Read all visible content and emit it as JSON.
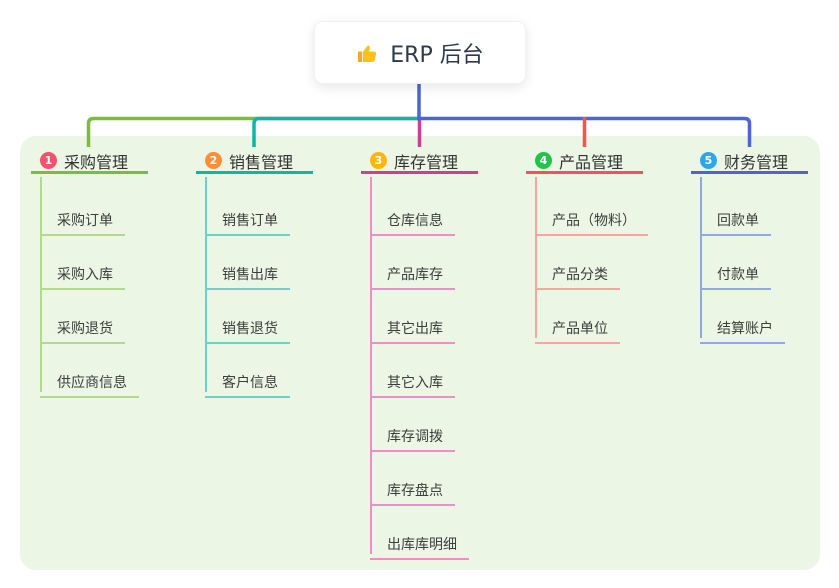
{
  "root": {
    "label": "ERP 后台",
    "icon": "thumbs-up-icon"
  },
  "canvas": {
    "background": "#ffffff",
    "panel_color": "#ebf6e5"
  },
  "branches": [
    {
      "index": "1",
      "label": "采购管理",
      "badge_color": "#f4516c",
      "line_color": "#7cbb3f",
      "light_line_color": "#b3d98c",
      "children": [
        "采购订单",
        "采购入库",
        "采购退货",
        "供应商信息"
      ]
    },
    {
      "index": "2",
      "label": "销售管理",
      "badge_color": "#fb8e38",
      "line_color": "#12b3a8",
      "light_line_color": "#6fd0c8",
      "children": [
        "销售订单",
        "销售出库",
        "销售退货",
        "客户信息"
      ]
    },
    {
      "index": "3",
      "label": "库存管理",
      "badge_color": "#ffb608",
      "line_color": "#cf3d9b",
      "light_line_color": "#ec8fc8",
      "children": [
        "仓库信息",
        "产品库存",
        "其它出库",
        "其它入库",
        "库存调拨",
        "库存盘点",
        "出库库明细"
      ]
    },
    {
      "index": "4",
      "label": "产品管理",
      "badge_color": "#23c24b",
      "line_color": "#f05455",
      "light_line_color": "#f8a5a2",
      "children": [
        "产品（物料）",
        "产品分类",
        "产品单位"
      ]
    },
    {
      "index": "5",
      "label": "财务管理",
      "badge_color": "#2ba8e8",
      "line_color": "#4a66d2",
      "light_line_color": "#93a6e7",
      "children": [
        "回款单",
        "付款单",
        "结算账户"
      ]
    }
  ]
}
